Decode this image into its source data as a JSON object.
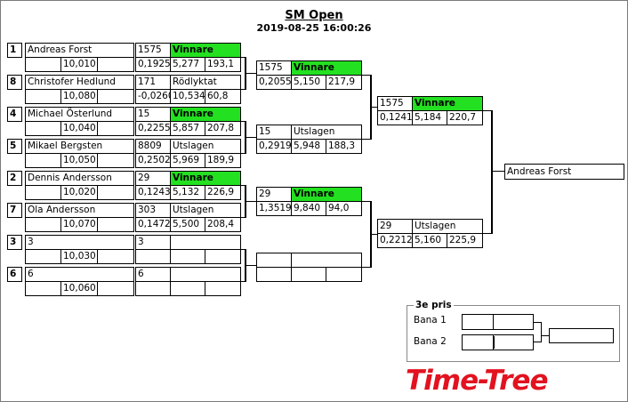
{
  "header": {
    "title": "SM Open",
    "datetime": "2019-08-25 16:00:26"
  },
  "round1": [
    {
      "seed": "1",
      "name": "Andreas Forst",
      "sub": "10,010",
      "num": "1575",
      "status": "Vinnare",
      "r": "0,1925",
      "t": "5,277",
      "s": "193,1",
      "win": true
    },
    {
      "seed": "8",
      "name": "Christofer Hedlund",
      "sub": "10,080",
      "num": "171",
      "status": "Rödlyktat",
      "r": "-0,0260",
      "t": "10,534",
      "s": "60,8",
      "win": false
    },
    {
      "seed": "4",
      "name": "Michael Österlund",
      "sub": "10,040",
      "num": "15",
      "status": "Vinnare",
      "r": "0,2255",
      "t": "5,857",
      "s": "207,8",
      "win": true
    },
    {
      "seed": "5",
      "name": "Mikael Bergsten",
      "sub": "10,050",
      "num": "8809",
      "status": "Utslagen",
      "r": "0,2502",
      "t": "5,969",
      "s": "189,9",
      "win": false
    },
    {
      "seed": "2",
      "name": "Dennis Andersson",
      "sub": "10,020",
      "num": "29",
      "status": "Vinnare",
      "r": "0,1243",
      "t": "5,132",
      "s": "226,9",
      "win": true
    },
    {
      "seed": "7",
      "name": "Ola Andersson",
      "sub": "10,070",
      "num": "303",
      "status": "Utslagen",
      "r": "0,1472",
      "t": "5,500",
      "s": "208,4",
      "win": false
    },
    {
      "seed": "3",
      "name": "3",
      "sub": "10,030",
      "num": "3",
      "status": "",
      "r": "",
      "t": "",
      "s": "",
      "win": false
    },
    {
      "seed": "6",
      "name": "6",
      "sub": "10,060",
      "num": "6",
      "status": "",
      "r": "",
      "t": "",
      "s": "",
      "win": false
    }
  ],
  "round2": [
    {
      "num": "1575",
      "status": "Vinnare",
      "r": "0,2055",
      "t": "5,150",
      "s": "217,9",
      "win": true
    },
    {
      "num": "15",
      "status": "Utslagen",
      "r": "0,2919",
      "t": "5,948",
      "s": "188,3",
      "win": false
    },
    {
      "num": "29",
      "status": "Vinnare",
      "r": "1,3519",
      "t": "9,840",
      "s": "94,0",
      "win": true
    },
    {
      "num": "",
      "status": "",
      "r": "",
      "t": "",
      "s": "",
      "win": false
    }
  ],
  "round3": [
    {
      "num": "1575",
      "status": "Vinnare",
      "r": "0,1241",
      "t": "5,184",
      "s": "220,7",
      "win": true
    },
    {
      "num": "29",
      "status": "Utslagen",
      "r": "0,2212",
      "t": "5,160",
      "s": "225,9",
      "win": false
    }
  ],
  "final": {
    "winner": "Andreas Forst"
  },
  "third_place": {
    "title": "3e pris",
    "lane1": "Bana 1",
    "lane2": "Bana 2"
  },
  "logo": {
    "text": "Time-Tree"
  },
  "colors": {
    "winner": "#23e020",
    "logo": "#e2121f"
  }
}
